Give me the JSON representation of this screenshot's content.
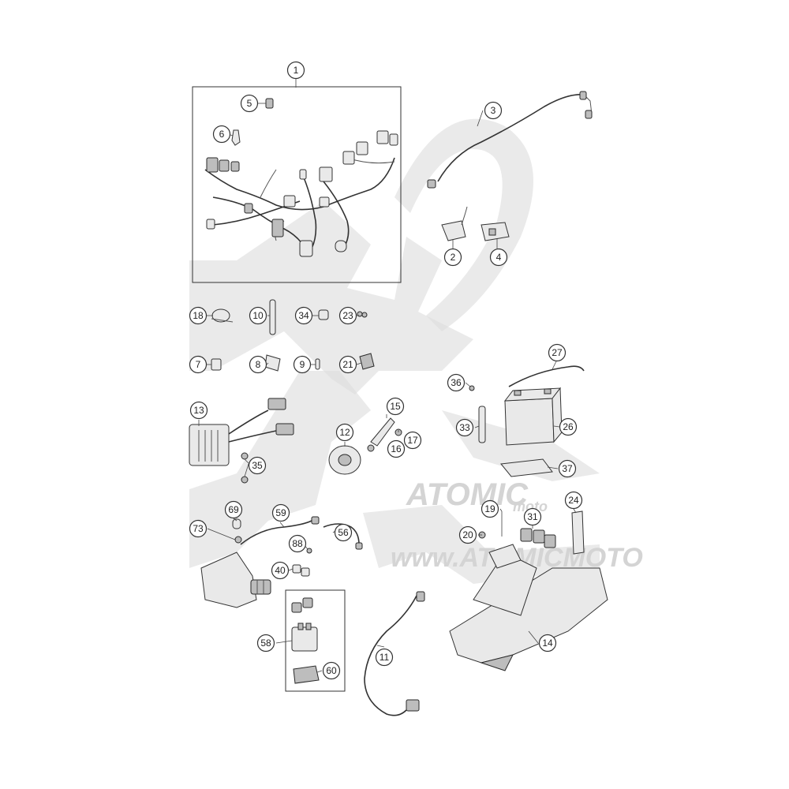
{
  "diagram": {
    "callouts": [
      {
        "id": "c1",
        "label": "1"
      },
      {
        "id": "c2",
        "label": "2"
      },
      {
        "id": "c3",
        "label": "3"
      },
      {
        "id": "c4",
        "label": "4"
      },
      {
        "id": "c5",
        "label": "5"
      },
      {
        "id": "c6",
        "label": "6"
      },
      {
        "id": "c7",
        "label": "7"
      },
      {
        "id": "c8",
        "label": "8"
      },
      {
        "id": "c9",
        "label": "9"
      },
      {
        "id": "c10",
        "label": "10"
      },
      {
        "id": "c11",
        "label": "11"
      },
      {
        "id": "c12",
        "label": "12"
      },
      {
        "id": "c13",
        "label": "13"
      },
      {
        "id": "c14",
        "label": "14"
      },
      {
        "id": "c15",
        "label": "15"
      },
      {
        "id": "c16",
        "label": "16"
      },
      {
        "id": "c17",
        "label": "17"
      },
      {
        "id": "c18",
        "label": "18"
      },
      {
        "id": "c19",
        "label": "19"
      },
      {
        "id": "c20",
        "label": "20"
      },
      {
        "id": "c21",
        "label": "21"
      },
      {
        "id": "c23",
        "label": "23"
      },
      {
        "id": "c24",
        "label": "24"
      },
      {
        "id": "c26",
        "label": "26"
      },
      {
        "id": "c27",
        "label": "27"
      },
      {
        "id": "c31",
        "label": "31"
      },
      {
        "id": "c33",
        "label": "33"
      },
      {
        "id": "c34",
        "label": "34"
      },
      {
        "id": "c35",
        "label": "35"
      },
      {
        "id": "c36",
        "label": "36"
      },
      {
        "id": "c37",
        "label": "37"
      },
      {
        "id": "c40",
        "label": "40"
      },
      {
        "id": "c56",
        "label": "56"
      },
      {
        "id": "c58",
        "label": "58"
      },
      {
        "id": "c59",
        "label": "59"
      },
      {
        "id": "c60",
        "label": "60"
      },
      {
        "id": "c69",
        "label": "69"
      },
      {
        "id": "c73",
        "label": "73"
      },
      {
        "id": "c88",
        "label": "88"
      }
    ],
    "watermark": {
      "brand": "ATOMIC",
      "brand_sub": "moto",
      "url": "www.ATOMICMOTO"
    },
    "colors": {
      "line": "#333333",
      "part_fill": "#e9e9e9",
      "part_dark": "#bdbdbd",
      "watermark": "#dcdcdc"
    }
  }
}
